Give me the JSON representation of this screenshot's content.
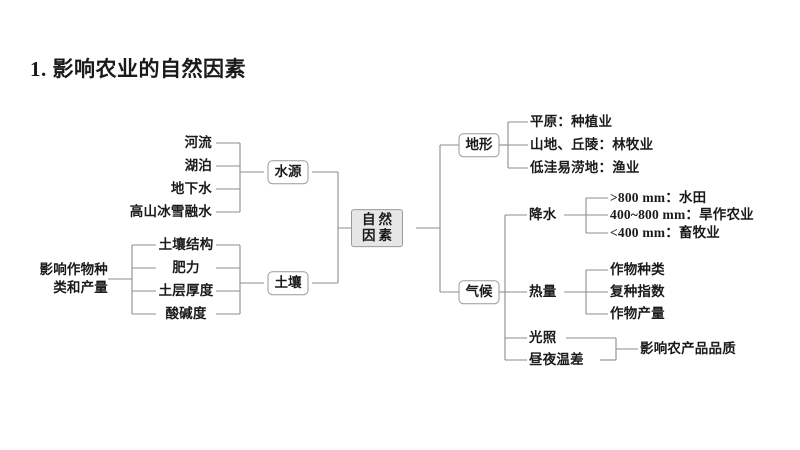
{
  "title": "1. 影响农业的自然因素",
  "center": {
    "line1": "自然",
    "line2": "因素"
  },
  "left": {
    "outcome": {
      "line1": "影响作物种",
      "line2": "类和产量"
    },
    "branches": [
      {
        "node": "水源",
        "items": [
          "河流",
          "湖泊",
          "地下水",
          "高山冰雪融水"
        ]
      },
      {
        "node": "土壤",
        "items": [
          "土壤结构",
          "肥力",
          "土层厚度",
          "酸碱度"
        ]
      }
    ]
  },
  "right": {
    "branches": [
      {
        "node": "地形",
        "items": [
          "平原：种植业",
          "山地、丘陵：林牧业",
          "低洼易涝地：渔业"
        ]
      },
      {
        "node": "气候",
        "subgroups": [
          {
            "label": "降水",
            "items": [
              ">800 mm：水田",
              "400~800 mm：旱作农业",
              "<400 mm：畜牧业"
            ]
          },
          {
            "label": "热量",
            "items": [
              "作物种类",
              "复种指数",
              "作物产量"
            ]
          }
        ],
        "pair": {
          "items": [
            "光照",
            "昼夜温差"
          ],
          "result": "影响农产品品质"
        }
      }
    ]
  },
  "colors": {
    "line": "#8d8d8d",
    "center_fill": "#e6e6e6",
    "node_border": "#9a9a9a",
    "text": "#1a1a1a",
    "background": "#ffffff"
  }
}
